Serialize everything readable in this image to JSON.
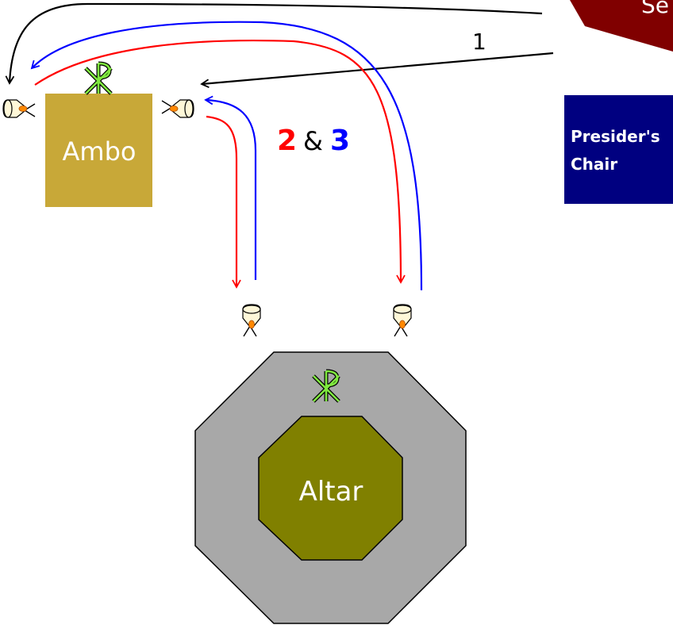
{
  "labels": {
    "ambo": "Ambo",
    "altar": "Altar",
    "presider_line1": "Presider's",
    "presider_line2": "Chair",
    "seats_fragment": "Se",
    "route_1": "1",
    "route_2": "2",
    "route_amp": "&",
    "route_3": "3"
  },
  "colors": {
    "ambo": "#c8a838",
    "altar_outer": "#a8a8a8",
    "altar_inner": "#808000",
    "presider_chair": "#000080",
    "seats": "#800000",
    "route_1": "#000000",
    "route_2": "#ff0000",
    "route_3": "#0000ff",
    "chi_rho": "#80e840",
    "candle_flame": "#ff8800",
    "candle_body": "#fff8d8"
  },
  "icons": [
    "chi-rho-icon",
    "candle-icon"
  ]
}
